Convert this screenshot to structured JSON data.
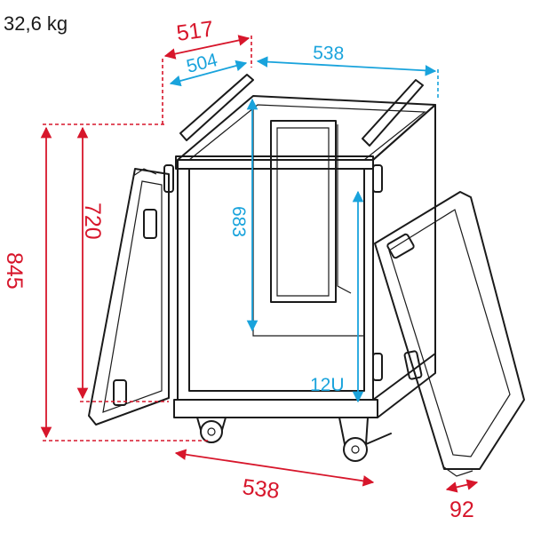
{
  "weight_label": "32,6 kg",
  "dimensions": {
    "outer_width": "517",
    "inner_width": "504",
    "depth_top": "538",
    "inner_height": "683",
    "height_without_wheels": "720",
    "total_height": "845",
    "rack_units": "12U",
    "depth_bottom": "538",
    "lid_depth": "92"
  },
  "colors": {
    "red_dimension": "#d7162b",
    "blue_dimension": "#19a3dc",
    "outline": "#1a1a1a"
  }
}
